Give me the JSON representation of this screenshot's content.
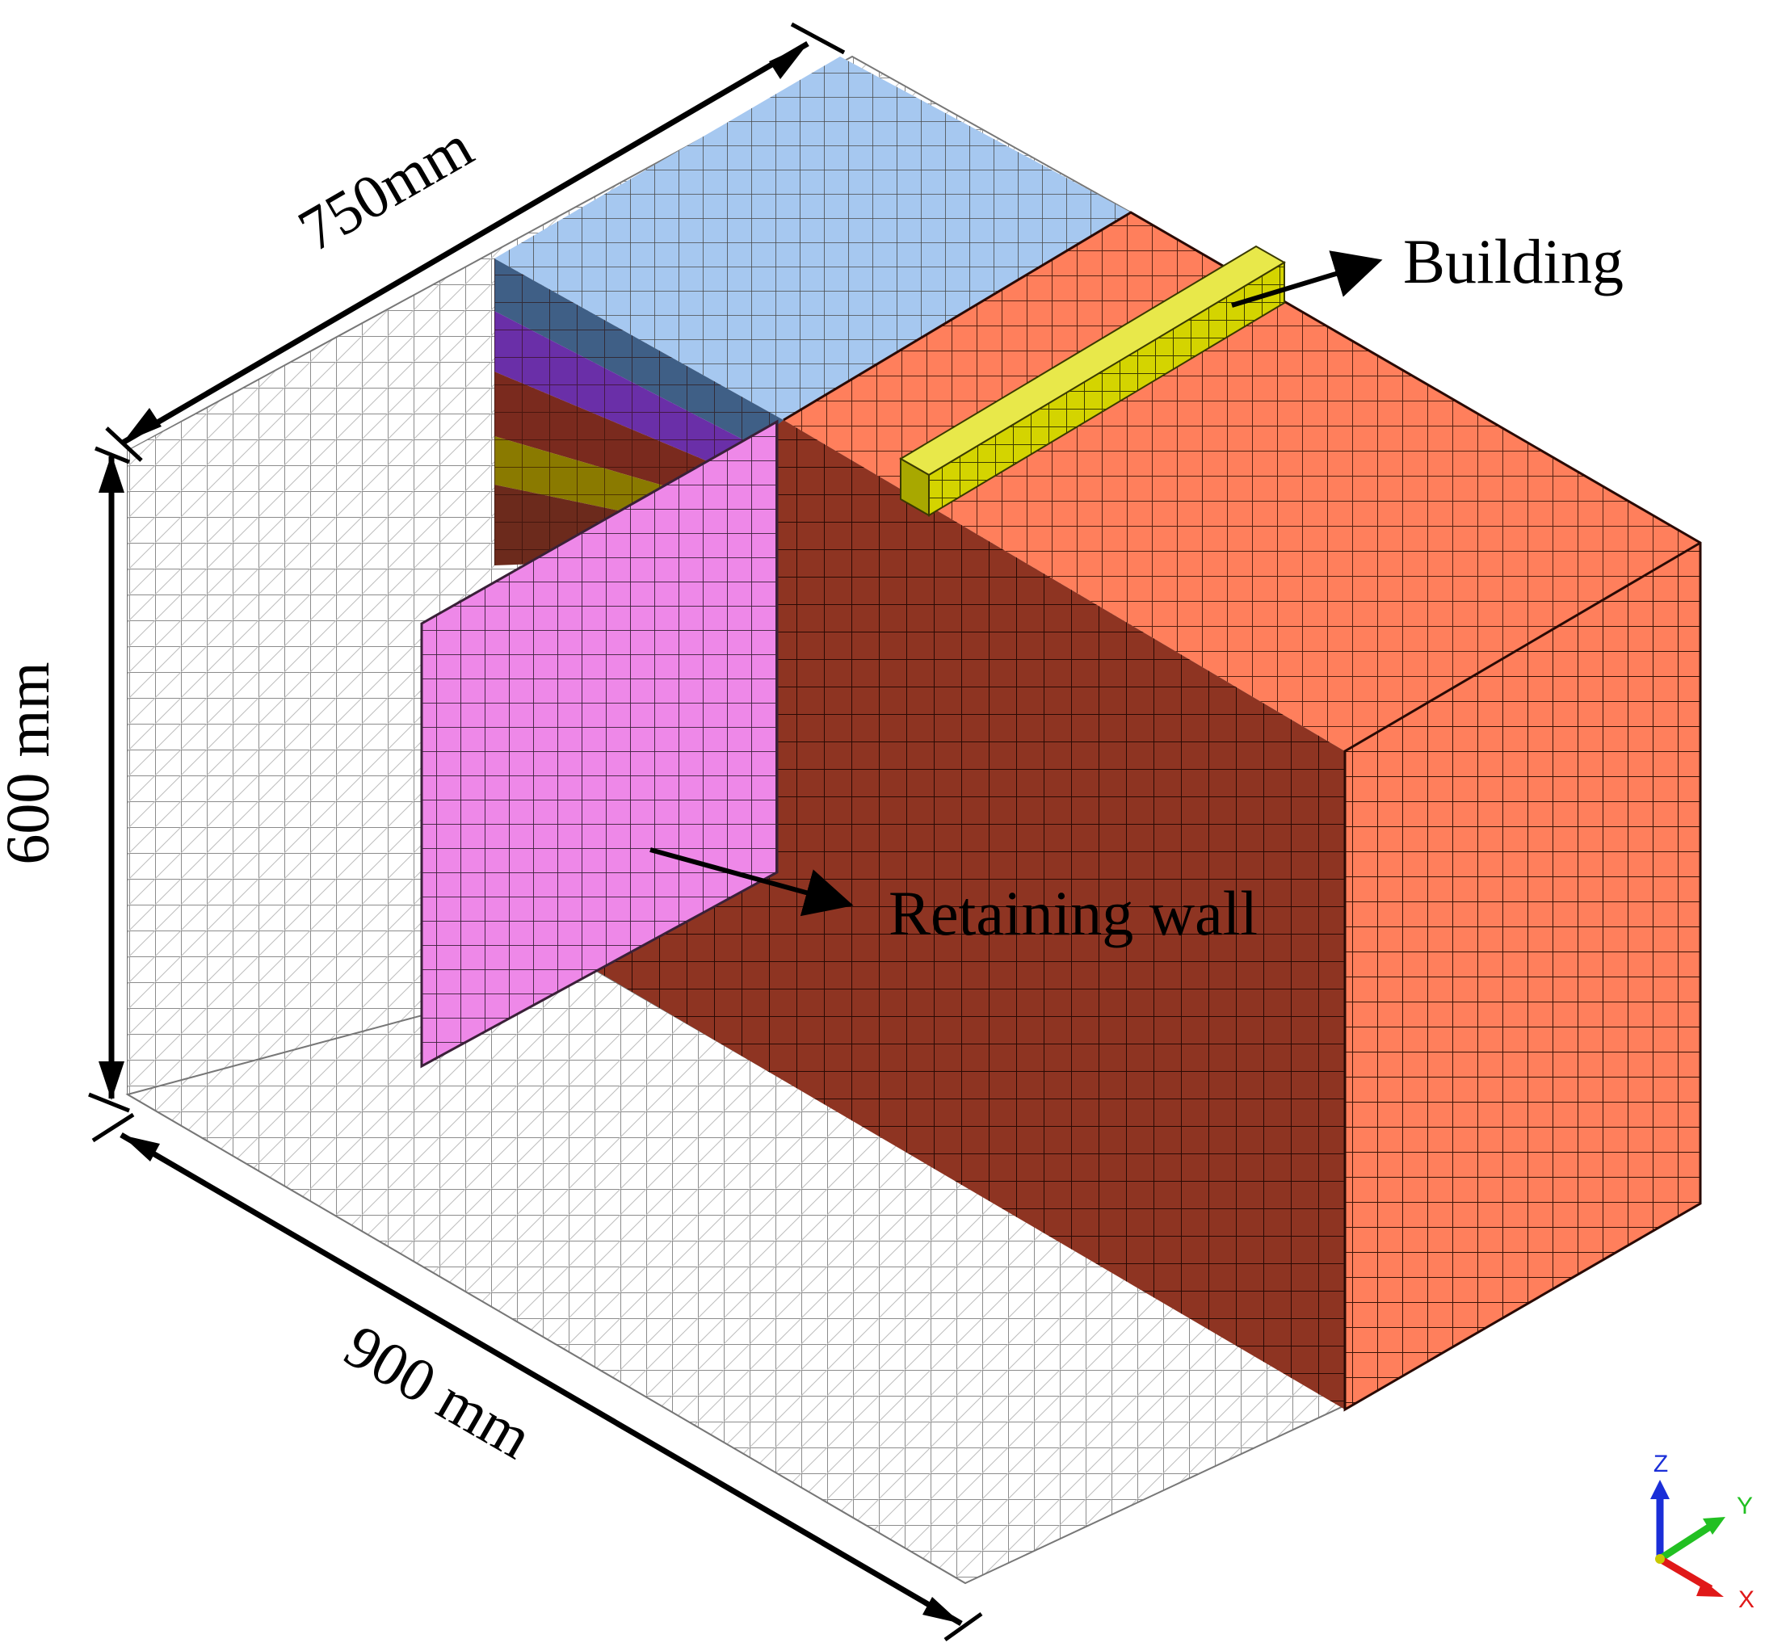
{
  "labels": {
    "building": "Building",
    "retaining_wall": "Retaining wall"
  },
  "dimensions": {
    "width": "750mm",
    "height": "600 mm",
    "length": "900 mm"
  },
  "axes": {
    "z": "Z",
    "y": "Y",
    "x": "X"
  },
  "colors": {
    "soil_right": "#ff7f5c",
    "soil_front": "#8e3422",
    "top_layer": "#a6c8f0",
    "layer_dark_blue": "#3f5f86",
    "layer_purple": "#6a2fa8",
    "layer_olive": "#8a7a00",
    "retaining_wall": "#ee88e8",
    "building": "#d4d400",
    "wire_mesh": "#8c8c8c",
    "axis_z": "#1a2ed8",
    "axis_y": "#22c022",
    "axis_x": "#e01818"
  },
  "icons": {
    "triad": "coordinate-triad-icon"
  }
}
